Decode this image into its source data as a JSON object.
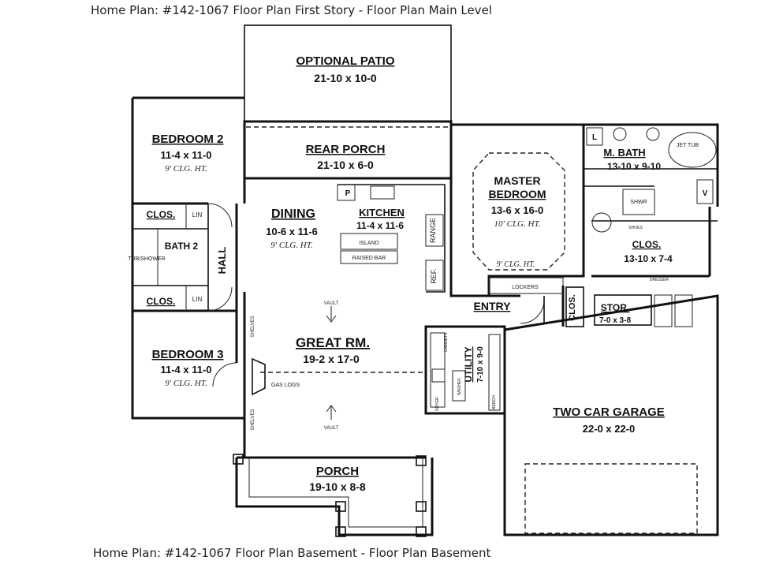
{
  "header": {
    "top_caption": "Home Plan: #142-1067 Floor Plan First Story - Floor Plan Main Level",
    "bottom_caption": "Home Plan: #142-1067 Floor Plan Basement - Floor Plan Basement"
  },
  "rooms": {
    "optional_patio": {
      "name": "OPTIONAL PATIO",
      "dims": "21-10 x 10-0"
    },
    "rear_porch": {
      "name": "REAR PORCH",
      "dims": "21-10 x 6-0"
    },
    "bedroom2": {
      "name": "BEDROOM 2",
      "dims": "11-4 x 11-0",
      "ceiling": "9' CLG. HT."
    },
    "bedroom3": {
      "name": "BEDROOM 3",
      "dims": "11-4 x 11-0",
      "ceiling": "9' CLG. HT."
    },
    "dining": {
      "name": "DINING",
      "dims": "10-6 x 11-6",
      "ceiling": "9' CLG. HT."
    },
    "kitchen": {
      "name": "KITCHEN",
      "dims": "11-4 x 11-6"
    },
    "master_bedroom": {
      "name1": "MASTER",
      "name2": "BEDROOM",
      "dims": "13-6 x 16-0",
      "ceiling": "10' CLG. HT.",
      "ceiling2": "9' CLG. HT."
    },
    "master_bath": {
      "name": "M. BATH",
      "dims": "13-10 x 9-10"
    },
    "master_closet": {
      "name": "CLOS.",
      "dims": "13-10 x 7-4"
    },
    "great_room": {
      "name": "GREAT RM.",
      "dims": "19-2 x 17-0"
    },
    "porch": {
      "name": "PORCH",
      "dims": "19-10 x 8-8"
    },
    "garage": {
      "name": "TWO CAR GARAGE",
      "dims": "22-0 x 22-0"
    },
    "utility": {
      "name": "UTILITY",
      "dims": "7-10 x 9-0"
    },
    "storage": {
      "name": "STOR.",
      "dims": "7-0 x 3-8"
    }
  },
  "labels": {
    "hall": "HALL",
    "bath2": "BATH 2",
    "clos": "CLOS.",
    "lin": "LIN",
    "entry": "ENTRY",
    "lockers": "LOCKERS",
    "island": "ISLAND",
    "raised_bar": "RAISED BAR",
    "range": "RANGE",
    "ref": "REF.",
    "vault": "VAULT",
    "gas_logs": "GAS LOGS",
    "shelves": "SHELVES",
    "jet_tub": "JET TUB",
    "shwr": "SHWR",
    "tub_shower": "TUB/SHOWER",
    "pantry": "P",
    "l_box": "L",
    "v_box": "V",
    "shoes": "SHOES",
    "dresser": "DRESSER",
    "washer": "WASHER",
    "dryer": "DRYER",
    "cabinets": "CABINETS",
    "bench": "BENCH",
    "closet_short": "CLOS."
  }
}
